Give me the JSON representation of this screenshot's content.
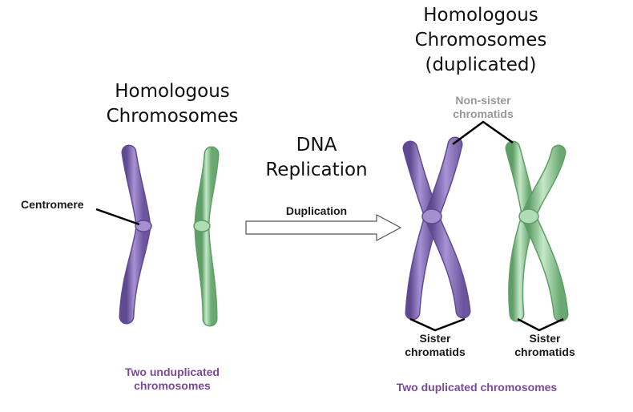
{
  "title_left": [
    "Homologous",
    "Chromosomes"
  ],
  "title_middle": [
    "DNA",
    "Replication"
  ],
  "title_right": [
    "Homologous",
    "Chromosomes",
    "(duplicated)"
  ],
  "labels": {
    "centromere": "Centromere",
    "duplication": "Duplication",
    "non_sister": [
      "Non-sister",
      "chromatids"
    ],
    "sister_left": [
      "Sister",
      "chromatids"
    ],
    "sister_right": [
      "Sister",
      "chromatids"
    ]
  },
  "captions": {
    "left": [
      "Two unduplicated",
      "chromosomes"
    ],
    "right": "Two duplicated chromosomes"
  },
  "colors": {
    "purple": "#8c70bd",
    "purple_dark": "#5f4a91",
    "green": "#98cf9f",
    "green_dark": "#5f9e66",
    "caption": "#7b4a96",
    "non_sister_label": "#999999",
    "line": "#000000"
  }
}
